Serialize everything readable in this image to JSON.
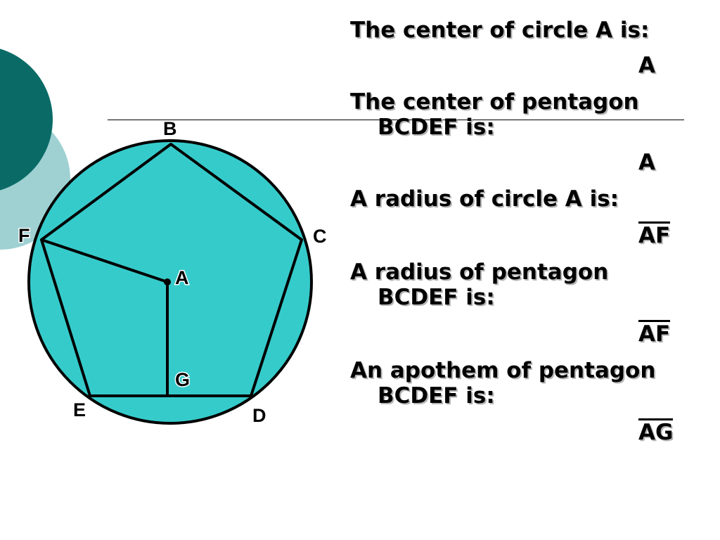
{
  "colors": {
    "deco_dark": "#0a6b66",
    "deco_light": "#9fd1d3",
    "circle_fill": "#36cbcb",
    "stroke": "#000000"
  },
  "diagram": {
    "vertices": {
      "B": "B",
      "C": "C",
      "D": "D",
      "E": "E",
      "F": "F"
    },
    "center": "A",
    "foot": "G"
  },
  "qa": [
    {
      "question": [
        "The center of circle A is:"
      ],
      "answer": "A",
      "segment": false
    },
    {
      "question": [
        "The center of pentagon",
        "BCDEF is:"
      ],
      "answer": "A",
      "segment": false
    },
    {
      "question": [
        "A radius of circle A is:"
      ],
      "answer": "AF",
      "segment": true
    },
    {
      "question": [
        "A radius of pentagon",
        "BCDEF is:"
      ],
      "answer": "AF",
      "segment": true
    },
    {
      "question": [
        "An apothem of pentagon",
        "BCDEF is:"
      ],
      "answer": "AG",
      "segment": true
    }
  ]
}
